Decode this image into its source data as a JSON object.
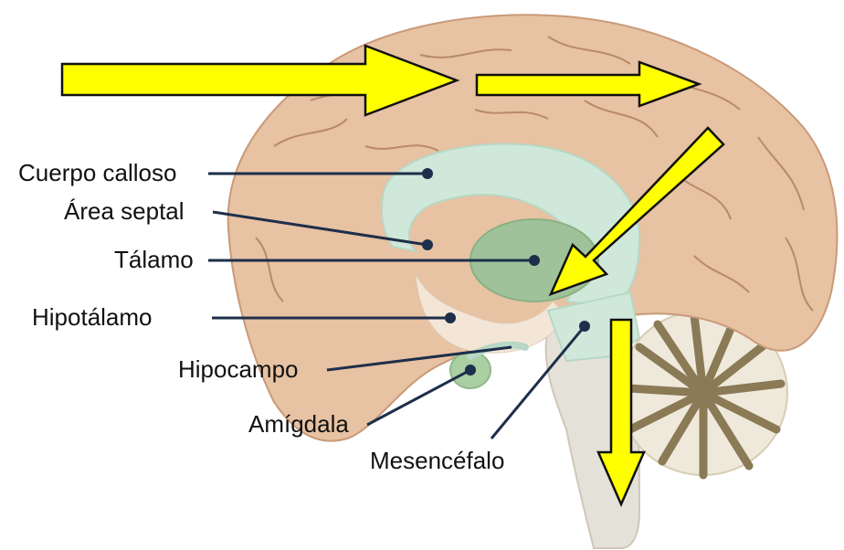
{
  "labels": {
    "cuerpo_calloso": "Cuerpo calloso",
    "area_septal": "Área septal",
    "talamo": "Tálamo",
    "hipotalamo": "Hipotálamo",
    "hipocampo": "Hipocampo",
    "amigdala": "Amígdala",
    "mesencefalo": "Mesencéfalo"
  },
  "colors": {
    "brain": "#e8c4a6",
    "cortex_shade": "#d9ab86",
    "limbic": "#cfe7d8",
    "thalamus": "#9cbf93",
    "brainstem": "#e3e0d8",
    "cerebellum": "#8a7a55",
    "leader_line": "#1d2f4a",
    "arrow_fill": "#ffff00",
    "arrow_stroke": "#111111"
  }
}
